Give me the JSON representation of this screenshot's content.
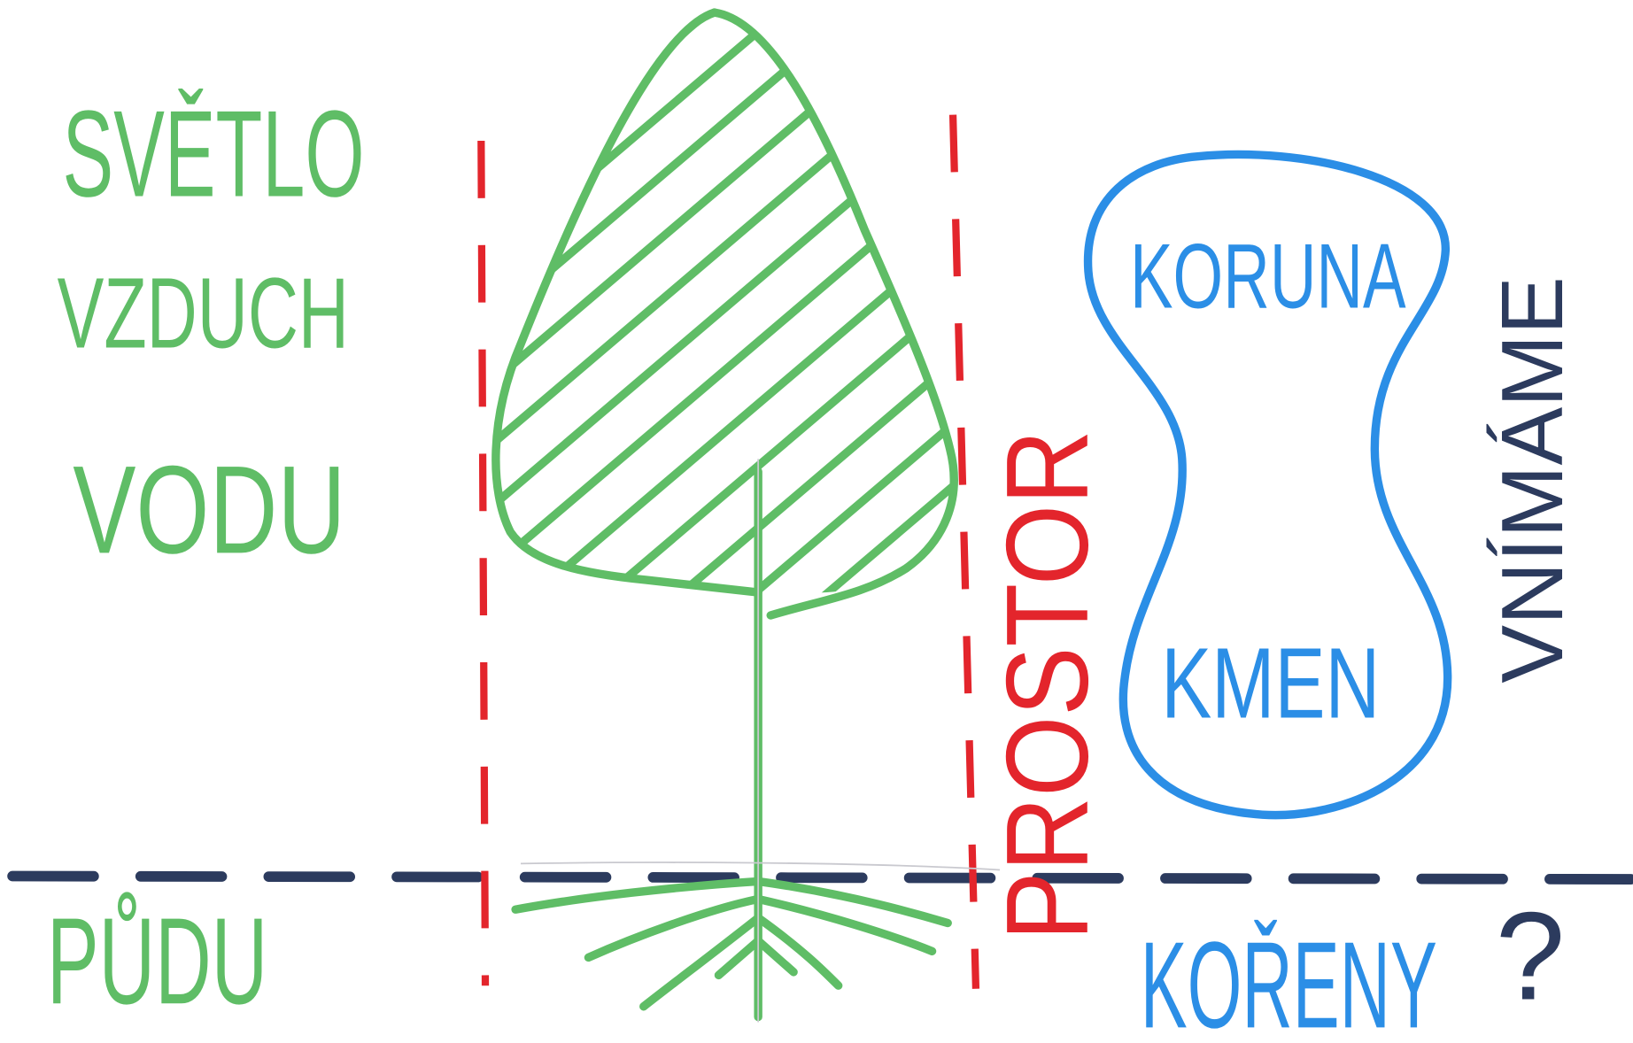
{
  "diagram": {
    "needs": {
      "light": "SVĚTLO",
      "air": "VZDUCH",
      "water": "VODU",
      "soil": "PŮDU"
    },
    "space_label": "PROSTOR",
    "perceived": {
      "crown": "KORUNA",
      "trunk": "KMEN",
      "label": "VNÍMÁME"
    },
    "roots": {
      "label": "KOŘENY",
      "question": "?"
    }
  },
  "colors": {
    "needs_green": "#5fbd66",
    "space_red": "#e3252c",
    "perceived_blue": "#2b8ee6",
    "ground_navy": "#2c3b5e"
  }
}
